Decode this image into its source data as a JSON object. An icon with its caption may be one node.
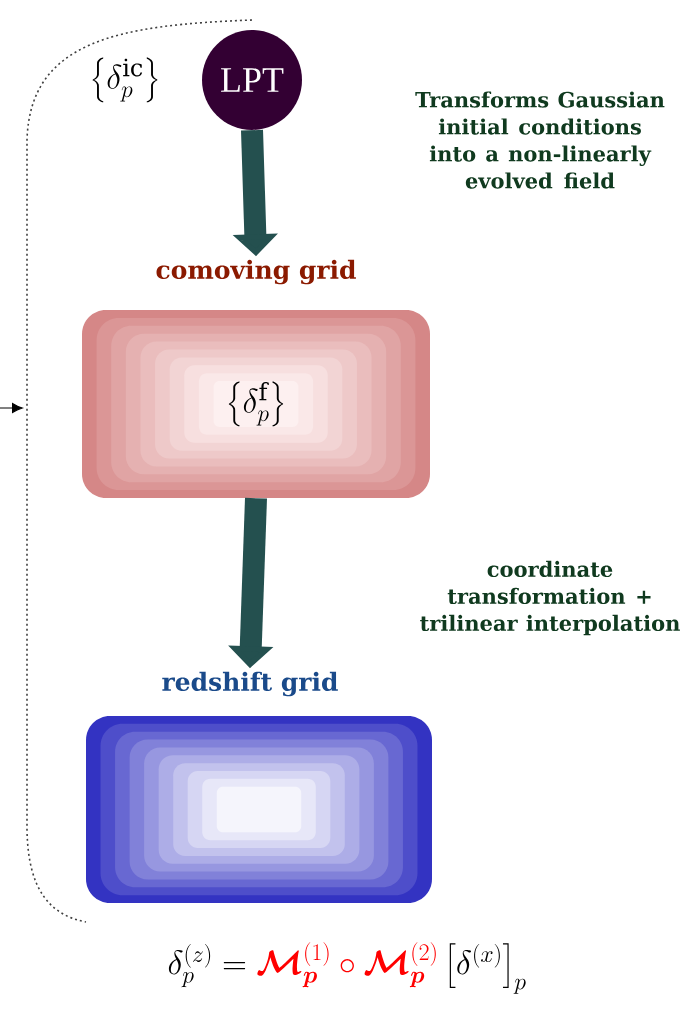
{
  "diagram": {
    "nodes": [
      {
        "text": [
          "LPT"
        ]
      },
      {
        "text": [
          "comoving grid",
          "\\left\\{\\delta_p^{\\mathrm{f}}\\right\\}"
        ]
      },
      {
        "text": [
          "redshift grid"
        ]
      }
    ],
    "edges": [
      {
        "from": 0,
        "to": 1,
        "arrow": "to"
      },
      {
        "from": 1,
        "to": 2,
        "arrow": "to"
      }
    ],
    "labels": [
      "\\left\\{\\delta_p^{\\mathrm{ic}}\\right\\}",
      "Transforms Gaussian initial conditions into a non-linearly evolved field",
      "coordinate transformation + trilinear interpolation",
      "\\delta_p^{(z)}=\\color{red}\\boldsymbol{\\mathcal{M}}_{\\boldsymbol{p}}^{(1)}\\circ\\boldsymbol{\\mathcal{M}}_{\\boldsymbol{p}}^{(2)}\\color{black}\\left[\\delta^{(x)}\\right]_p"
    ]
  }
}
